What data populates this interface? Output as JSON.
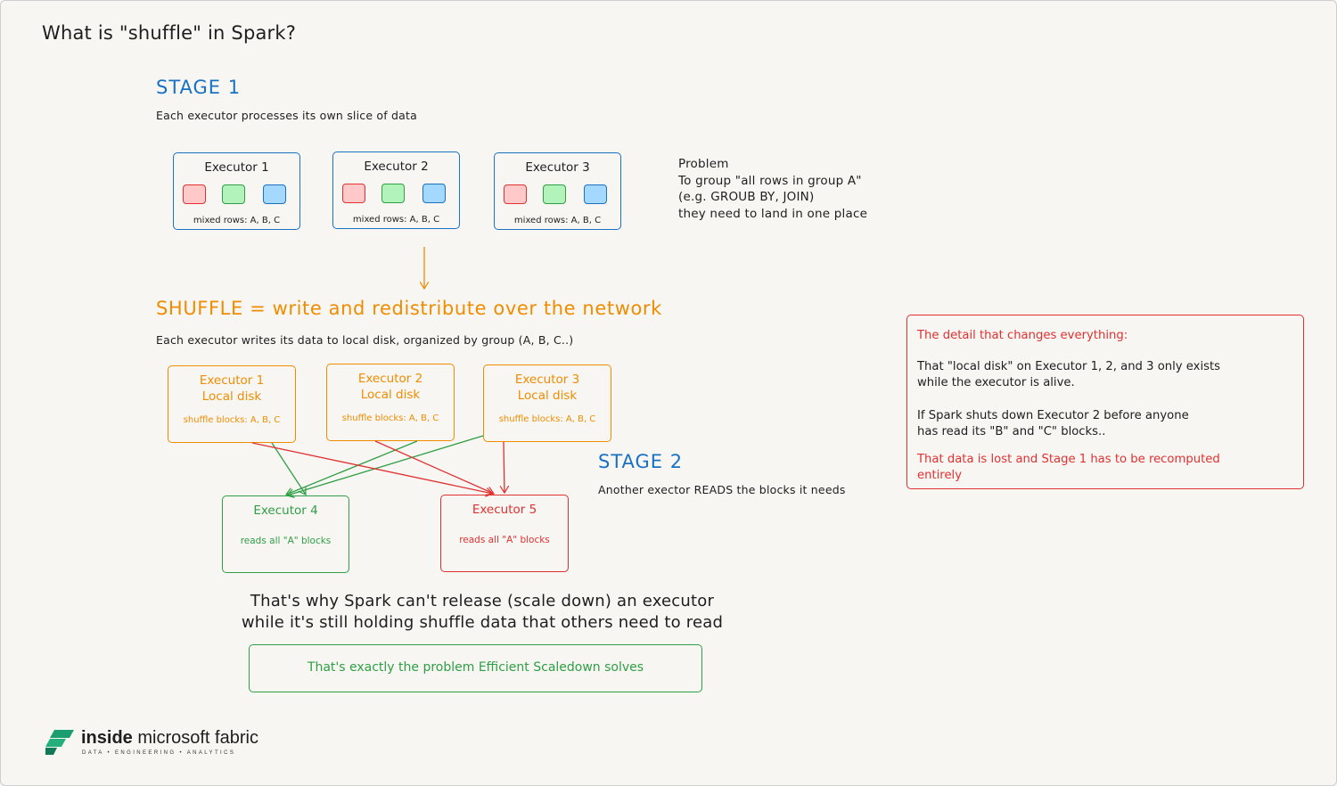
{
  "title": "What is \"shuffle\" in Spark?",
  "stage1": {
    "title": "STAGE 1",
    "subtitle": "Each executor processes its own slice of data",
    "executors": [
      {
        "name": "Executor 1",
        "rows": "mixed rows: A, B, C"
      },
      {
        "name": "Executor 2",
        "rows": "mixed rows: A, B, C"
      },
      {
        "name": "Executor 3",
        "rows": "mixed rows: A, B, C"
      }
    ]
  },
  "problem": {
    "text": "Problem\nTo group \"all rows in group A\"\n(e.g. GROUB BY, JOIN)\nthey need to land in one place"
  },
  "shuffle": {
    "title": "SHUFFLE = write and redistribute over the network",
    "subtitle": "Each executor writes its data to local disk, organized by group (A, B, C..)",
    "disks": [
      {
        "name": "Executor 1",
        "disk": "Local disk",
        "blocks": "shuffle blocks: A, B, C"
      },
      {
        "name": "Executor 2",
        "disk": "Local disk",
        "blocks": "shuffle blocks: A, B, C"
      },
      {
        "name": "Executor 3",
        "disk": "Local disk",
        "blocks": "shuffle blocks: A, B, C"
      }
    ]
  },
  "stage2": {
    "title": "STAGE 2",
    "subtitle": "Another exector READS the blocks it needs",
    "executor4": {
      "name": "Executor 4",
      "reads": "reads all \"A\" blocks"
    },
    "executor5": {
      "name": "Executor 5",
      "reads": "reads all \"A\" blocks"
    }
  },
  "detail": {
    "heading": "The detail that changes everything:",
    "p1_line1": "That \"local disk\" on Executor 1, 2, and 3 only exists",
    "p1_line2": "while the executor is alive.",
    "p2_line1": "If Spark shuts down Executor 2 before anyone",
    "p2_line2": "has read its \"B\" and \"C\" blocks..",
    "p3_line1": "That data is lost and Stage 1 has to be recomputed",
    "p3_line2": "entirely"
  },
  "why": {
    "line1": "That's why Spark can't release (scale down) an executor",
    "line2": "while it's still holding shuffle data that others need to read"
  },
  "solves": "That's exactly the problem Efficient Scaledown solves",
  "logo": {
    "bold": "inside",
    "rest": " microsoft fabric",
    "tagline": "DATA  •  ENGINEERING  •  ANALYTICS"
  },
  "colors": {
    "blue": "#1971c2",
    "orange": "#f08c00",
    "green": "#2f9e44",
    "red": "#e03131",
    "logo_green": "#1a9e6f"
  }
}
